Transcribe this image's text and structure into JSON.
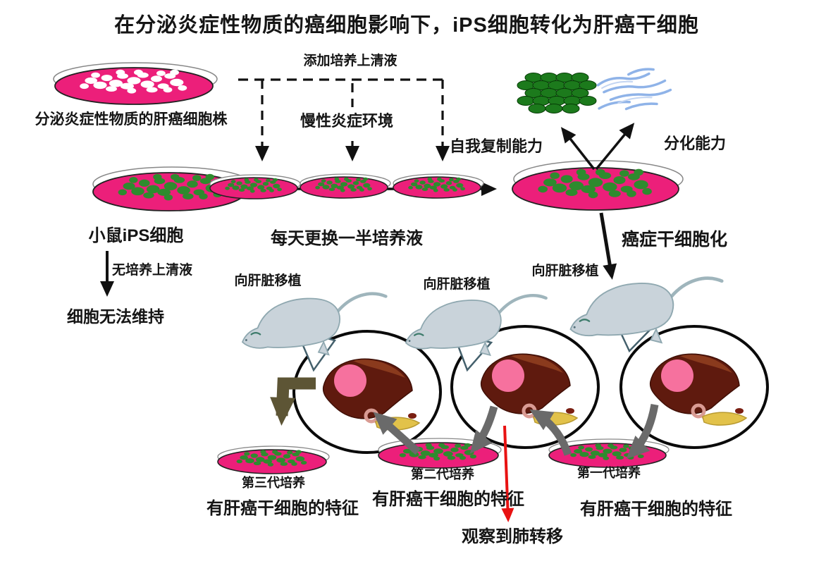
{
  "title": "在分泌炎症性物质的癌细胞影响下，iPS细胞转化为肝癌干细胞",
  "top_left": {
    "cancer_cell_line": "分泌炎症性物质的肝癌细胞株"
  },
  "process": {
    "add_supernatant": "添加培养上清液",
    "chronic_inflammation": "慢性炎症环境",
    "mouse_ips": "小鼠iPS细胞",
    "replace_medium": "每天更换一半培养液",
    "no_supernatant": "无培养上清液",
    "cells_fail": "细胞无法维持",
    "cancer_stemness": "癌症干细胞化"
  },
  "abilities": {
    "self_renewal": "自我复制能力",
    "differentiation": "分化能力"
  },
  "transplant": {
    "to_liver": "向肝脏移植"
  },
  "cultures": {
    "gen1": "第一代培养",
    "gen2": "第二代培养",
    "gen3": "第三代培养",
    "stem_traits": "有肝癌干细胞的特征",
    "lung_metastasis": "观察到肺转移"
  },
  "colors": {
    "dish_pink": "#EC1F7A",
    "colony_green": "#2E8B2E",
    "colony_white": "#FFFFFF",
    "mouse_gray": "#C9D3DA",
    "liver_brown": "#5E190E",
    "tumor_pink": "#F6719E",
    "pancreas_yellow": "#E2C24A",
    "intestine_pink": "#D99B93",
    "arrow_black": "#111111",
    "arrow_gray": "#6A6A6A",
    "arrow_olive": "#5D5535",
    "arrow_red": "#E81212",
    "fiber_blue": "#8FB3E8",
    "green_cells": "#1C7A1C"
  }
}
